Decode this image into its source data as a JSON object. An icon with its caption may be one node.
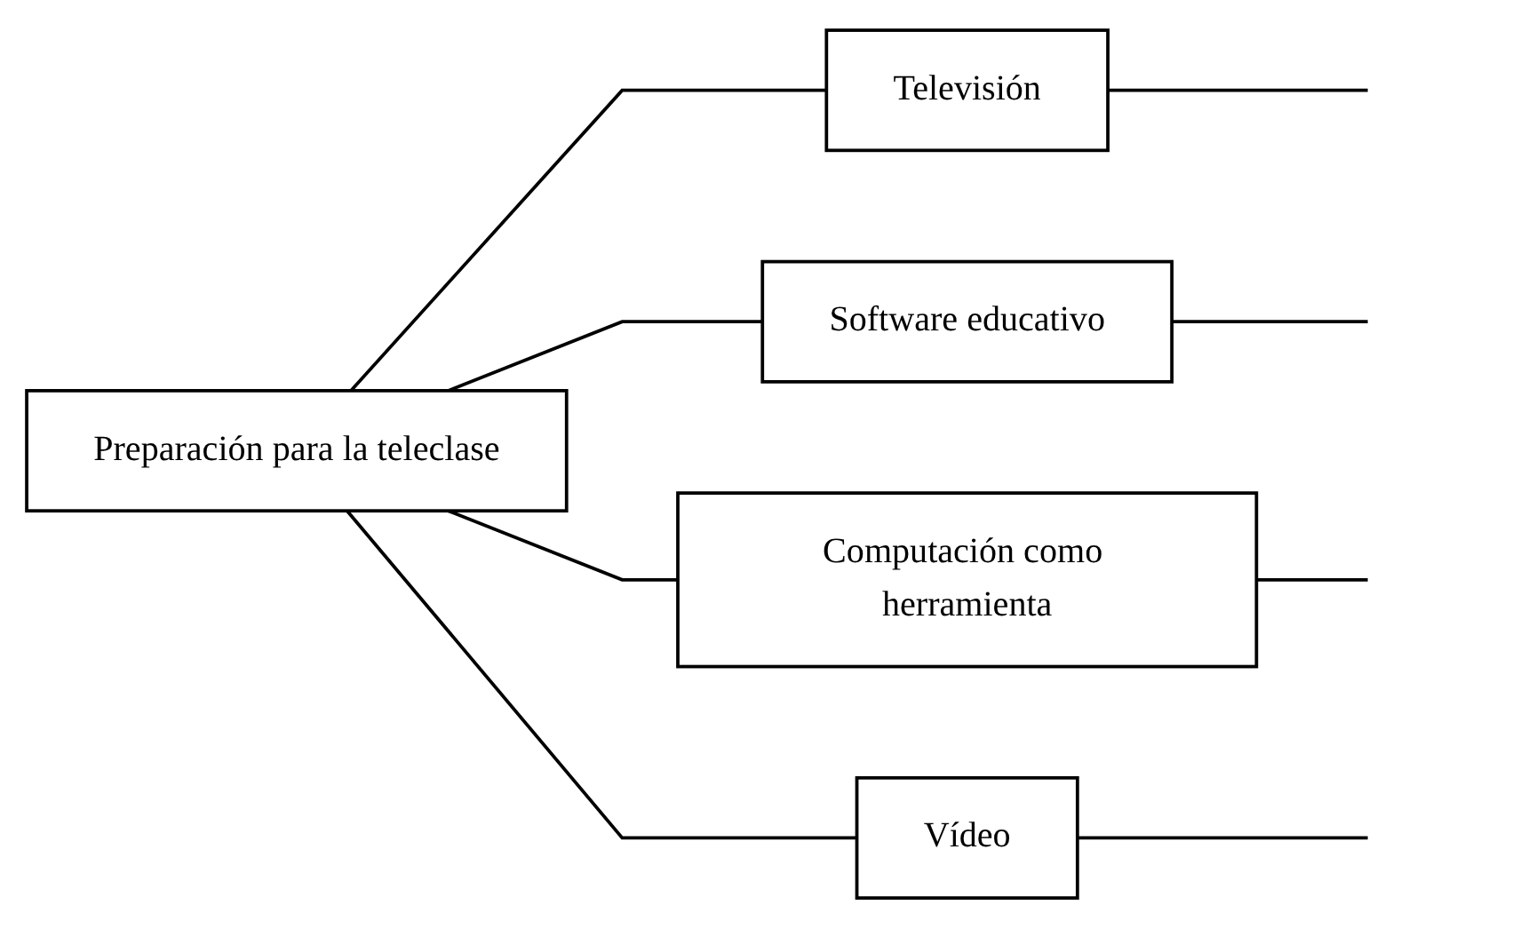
{
  "diagram": {
    "nodes": [
      {
        "text": [
          "Preparación para la teleclase"
        ]
      },
      {
        "text": [
          "Televisión"
        ]
      },
      {
        "text": [
          "Software educativo"
        ]
      },
      {
        "text": [
          "Computación como herramienta"
        ]
      },
      {
        "text": [
          "Vídeo"
        ]
      }
    ],
    "edges": [
      {
        "from": 0,
        "to": 1,
        "arrow": "none"
      },
      {
        "from": 0,
        "to": 2,
        "arrow": "none"
      },
      {
        "from": 0,
        "to": 3,
        "arrow": "none"
      },
      {
        "from": 0,
        "to": 4,
        "arrow": "none"
      },
      {
        "from": 1,
        "to": null,
        "arrow": "none"
      },
      {
        "from": 2,
        "to": null,
        "arrow": "none"
      },
      {
        "from": 3,
        "to": null,
        "arrow": "none"
      },
      {
        "from": 4,
        "to": null,
        "arrow": "none"
      }
    ]
  }
}
